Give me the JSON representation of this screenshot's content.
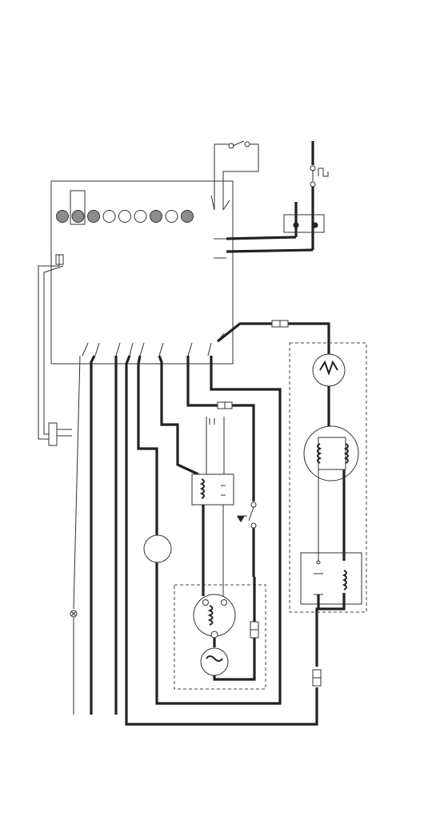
{
  "diagram": {
    "indicator_leds": [
      {
        "state": "filled"
      },
      {
        "state": "filled"
      },
      {
        "state": "filled"
      },
      {
        "state": "empty"
      },
      {
        "state": "empty"
      },
      {
        "state": "empty"
      },
      {
        "state": "filled"
      },
      {
        "state": "empty"
      },
      {
        "state": "filled"
      }
    ],
    "colors": {
      "line": "#222222",
      "led_filled": "#8c8c8c",
      "led_empty": "#ffffff",
      "dashed_border": "#444444"
    }
  }
}
